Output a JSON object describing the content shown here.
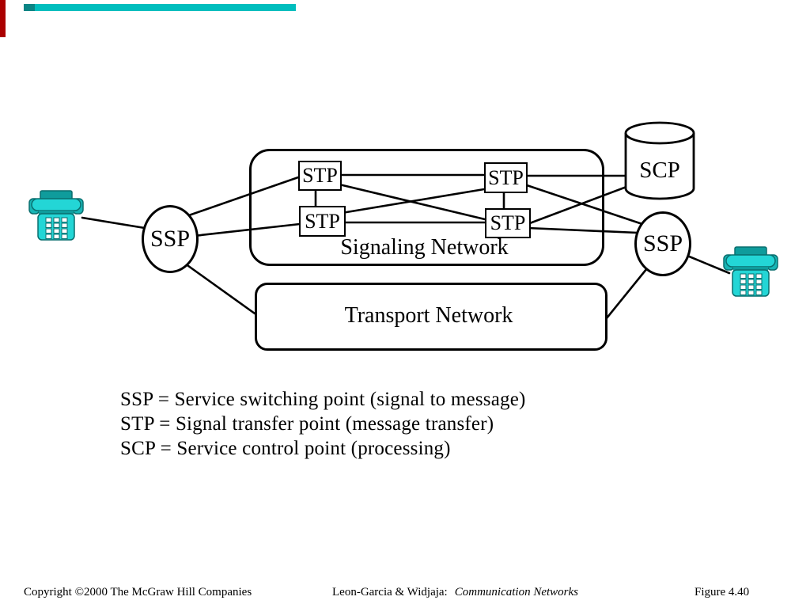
{
  "slide": {
    "accent": {
      "red_stripe_color": "#aa0000",
      "teal_bar_color": "#00bebe",
      "teal_bar_dark": "#0b8585",
      "phone_cyan": "#23d6d6",
      "phone_mid": "#18b5b5",
      "phone_teal": "#0f9c9c",
      "phone_outline": "#0a6f6f"
    }
  },
  "diagram": {
    "signaling_network_label": "Signaling Network",
    "transport_network_label": "Transport Network",
    "stp_nodes": [
      {
        "label": "STP"
      },
      {
        "label": "STP"
      },
      {
        "label": "STP"
      },
      {
        "label": "STP"
      }
    ],
    "ssp_nodes": [
      {
        "label": "SSP"
      },
      {
        "label": "SSP"
      }
    ],
    "scp_label": "SCP"
  },
  "legend": {
    "lines": [
      "SSP = Service switching point (signal to message)",
      "STP = Signal transfer point (message transfer)",
      "SCP = Service control point (processing)"
    ]
  },
  "footer": {
    "copyright": "Copyright ©2000 The McGraw Hill Companies",
    "authors": "Leon-Garcia & Widjaja:",
    "book_title": "Communication Networks",
    "figure_label": "Figure 4.40"
  }
}
